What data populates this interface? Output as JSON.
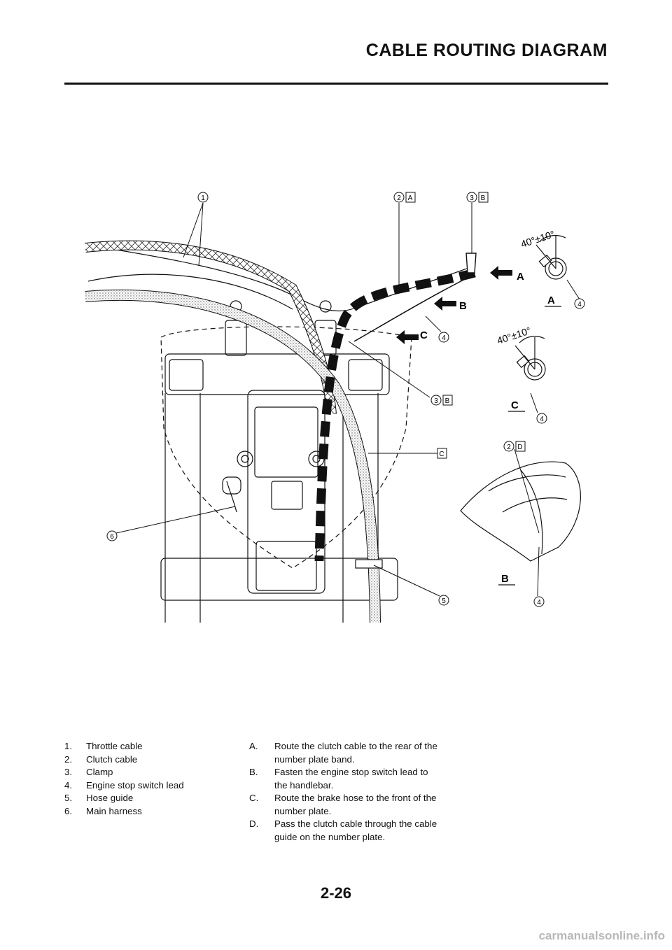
{
  "page": {
    "title": "CABLE ROUTING DIAGRAM",
    "page_number": "2-26",
    "watermark": "carmanualsonline.info"
  },
  "diagram": {
    "callouts": [
      "1",
      "2",
      "3",
      "4",
      "5",
      "6"
    ],
    "view_labels": [
      "A",
      "B",
      "C",
      "D"
    ],
    "angle_label": "40°±10°"
  },
  "legend": {
    "parts": [
      {
        "num": "1.",
        "text": "Throttle cable"
      },
      {
        "num": "2.",
        "text": "Clutch cable"
      },
      {
        "num": "3.",
        "text": "Clamp"
      },
      {
        "num": "4.",
        "text": "Engine stop switch lead"
      },
      {
        "num": "5.",
        "text": "Hose guide"
      },
      {
        "num": "6.",
        "text": "Main harness"
      }
    ],
    "notes": [
      {
        "num": "A.",
        "text": "Route the clutch cable to the rear of the number plate band."
      },
      {
        "num": "B.",
        "text": "Fasten the engine stop switch lead to the handlebar."
      },
      {
        "num": "C.",
        "text": "Route the brake hose to the front of the number plate."
      },
      {
        "num": "D.",
        "text": "Pass the clutch cable through the cable guide on the number plate."
      }
    ]
  }
}
